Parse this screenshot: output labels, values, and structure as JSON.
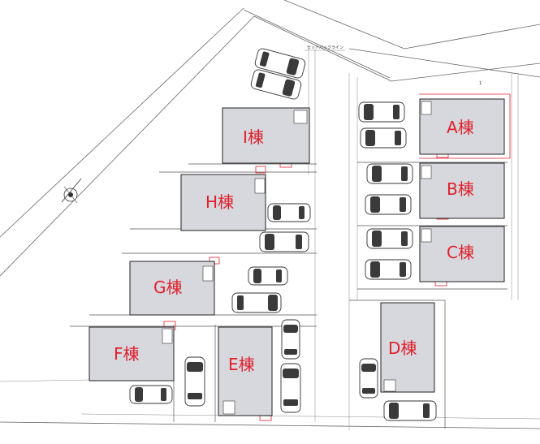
{
  "annotations": {
    "setback_line": "セットバックライン"
  },
  "buildings": [
    {
      "id": "A",
      "label": "A棟"
    },
    {
      "id": "B",
      "label": "B棟"
    },
    {
      "id": "C",
      "label": "C棟"
    },
    {
      "id": "D",
      "label": "D棟"
    },
    {
      "id": "E",
      "label": "E棟"
    },
    {
      "id": "F",
      "label": "F棟"
    },
    {
      "id": "G",
      "label": "G棟"
    },
    {
      "id": "H",
      "label": "H棟"
    },
    {
      "id": "I",
      "label": "I棟"
    }
  ],
  "colors": {
    "building_fill": "#d6d8de",
    "label_color": "#e0202c",
    "line_color": "#555555"
  }
}
